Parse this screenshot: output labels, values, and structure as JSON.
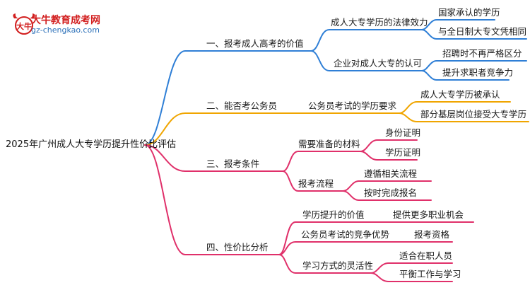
{
  "brand": {
    "title": "大牛教育成考网",
    "url": "gz-chengkao.com",
    "logo_icon": "ox-logo-icon",
    "logo_text": "大牛"
  },
  "colors": {
    "branch1": "#2f7fd6",
    "branch2": "#f0a500",
    "branch3": "#e0306a",
    "branch4": "#e0306a"
  },
  "mindmap": {
    "root": "2025年广州成人大专学历提升性价比评估",
    "branches": [
      {
        "label": "一、报考成人高考的价值",
        "children": [
          {
            "label": "成人大专学历的法律效力",
            "children": [
              "国家承认的学历",
              "与全日制大专文凭相同"
            ]
          },
          {
            "label": "企业对成人大专的认可",
            "children": [
              "招聘时不再严格区分",
              "提升求职者竞争力"
            ]
          }
        ]
      },
      {
        "label": "二、能否考公务员",
        "children": [
          {
            "label": "公务员考试的学历要求",
            "children": [
              "成人大专学历被承认",
              "部分基层岗位接受大专学历"
            ]
          }
        ]
      },
      {
        "label": "三、报考条件",
        "children": [
          {
            "label": "需要准备的材料",
            "children": [
              "身份证明",
              "学历证明"
            ]
          },
          {
            "label": "报考流程",
            "children": [
              "遵循相关流程",
              "按时完成报名"
            ]
          }
        ]
      },
      {
        "label": "四、性价比分析",
        "children": [
          {
            "label": "学历提升的价值",
            "children": [
              "提供更多职业机会"
            ]
          },
          {
            "label": "公务员考试的竞争优势",
            "children": [
              "报考资格"
            ]
          },
          {
            "label": "学习方式的灵活性",
            "children": [
              "适合在职人员",
              "平衡工作与学习"
            ]
          }
        ]
      }
    ]
  }
}
